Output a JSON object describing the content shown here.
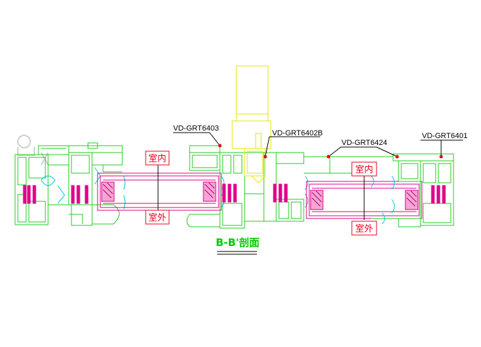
{
  "drawing": {
    "title": "B-B'剖面",
    "labels": {
      "l6403": "VD-GRT6403",
      "l6402b": "VD-GRT6402B",
      "l6424": "VD-GRT6424",
      "l6401": "VD-GRT6401"
    },
    "room_tags": {
      "indoor": "室内",
      "outdoor": "室外"
    }
  },
  "colors": {
    "profile": "#22cc22",
    "glass": "#e0008a",
    "handle": "#e6e600",
    "gasket": "#00c8e0",
    "tag": "#e8001c",
    "leader": "#000000",
    "title": "#00cc00"
  }
}
